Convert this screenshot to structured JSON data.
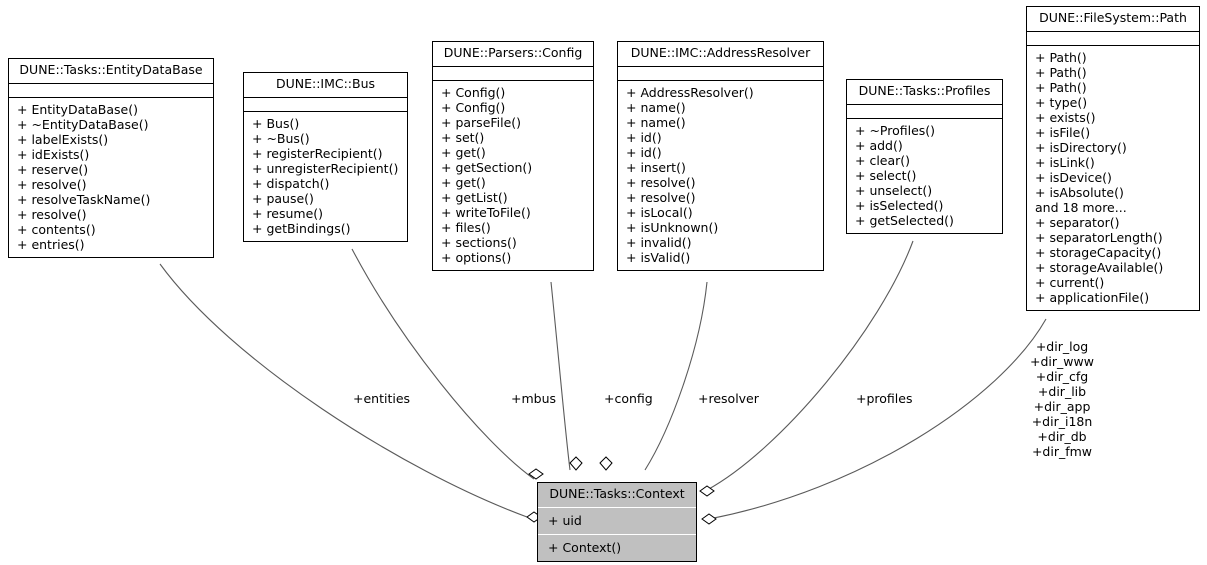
{
  "diagram": {
    "type": "uml-class-diagram",
    "background": "#ffffff",
    "line_color": "#5a5a5a",
    "border_color": "#000000",
    "highlight_fill": "#c0c0c0"
  },
  "classes": [
    {
      "id": "entitydatabase",
      "title": "DUNE::Tasks::EntityDataBase",
      "attributes": [],
      "operations": [
        "+ EntityDataBase()",
        "+ ~EntityDataBase()",
        "+ labelExists()",
        "+ idExists()",
        "+ reserve()",
        "+ resolve()",
        "+ resolveTaskName()",
        "+ resolve()",
        "+ contents()",
        "+ entries()"
      ]
    },
    {
      "id": "bus",
      "title": "DUNE::IMC::Bus",
      "attributes": [],
      "operations": [
        "+ Bus()",
        "+ ~Bus()",
        "+ registerRecipient()",
        "+ unregisterRecipient()",
        "+ dispatch()",
        "+ pause()",
        "+ resume()",
        "+ getBindings()"
      ]
    },
    {
      "id": "config",
      "title": "DUNE::Parsers::Config",
      "attributes": [],
      "operations": [
        "+ Config()",
        "+ Config()",
        "+ parseFile()",
        "+ set()",
        "+ get()",
        "+ getSection()",
        "+ get()",
        "+ getList()",
        "+ writeToFile()",
        "+ files()",
        "+ sections()",
        "+ options()"
      ]
    },
    {
      "id": "addressresolver",
      "title": "DUNE::IMC::AddressResolver",
      "attributes": [],
      "operations": [
        "+ AddressResolver()",
        "+ name()",
        "+ name()",
        "+ id()",
        "+ id()",
        "+ insert()",
        "+ resolve()",
        "+ resolve()",
        "+ isLocal()",
        "+ isUnknown()",
        "+ invalid()",
        "+ isValid()"
      ]
    },
    {
      "id": "profiles",
      "title": "DUNE::Tasks::Profiles",
      "attributes": [],
      "operations": [
        "+ ~Profiles()",
        "+ add()",
        "+ clear()",
        "+ select()",
        "+ unselect()",
        "+ isSelected()",
        "+ getSelected()"
      ]
    },
    {
      "id": "path",
      "title": "DUNE::FileSystem::Path",
      "attributes": [],
      "operations": [
        "+ Path()",
        "+ Path()",
        "+ Path()",
        "+ type()",
        "+ exists()",
        "+ isFile()",
        "+ isDirectory()",
        "+ isLink()",
        "+ isDevice()",
        "+ isAbsolute()",
        "and 18 more...",
        "+ separator()",
        "+ separatorLength()",
        "+ storageCapacity()",
        "+ storageAvailable()",
        "+ current()",
        "+ applicationFile()"
      ]
    },
    {
      "id": "context",
      "title": "DUNE::Tasks::Context",
      "attributes": [
        "+ uid"
      ],
      "operations": [
        "+ Context()"
      ]
    }
  ],
  "edge_labels": {
    "entities": "+entities",
    "mbus": "+mbus",
    "config": "+config",
    "resolver": "+resolver",
    "profiles": "+profiles",
    "dirs": [
      "+dir_log",
      "+dir_www",
      "+dir_cfg",
      "+dir_lib",
      "+dir_app",
      "+dir_i18n",
      "+dir_db",
      "+dir_fmw"
    ]
  }
}
